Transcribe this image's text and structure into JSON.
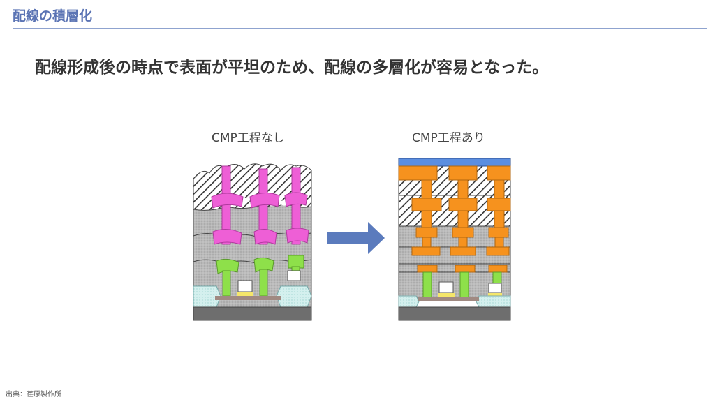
{
  "slide": {
    "title": "配線の積層化",
    "headline": "配線形成後の時点で表面が平坦のため、配線の多層化が容易となった。",
    "source": "出典：荏原製作所"
  },
  "panels": {
    "left_label": "CMP工程なし",
    "right_label": "CMP工程あり"
  },
  "colors": {
    "title": "#5b74b4",
    "arrow": "#5b7bbd",
    "via_pink": "#ee5fd6",
    "via_green": "#8ee04a",
    "copper_orange": "#f6921e",
    "top_blue": "#5b8ee0",
    "gray_layer": "#b9b9b9",
    "substrate": "#6e6e6e"
  },
  "icons": {
    "arrow": "right-arrow-icon"
  }
}
